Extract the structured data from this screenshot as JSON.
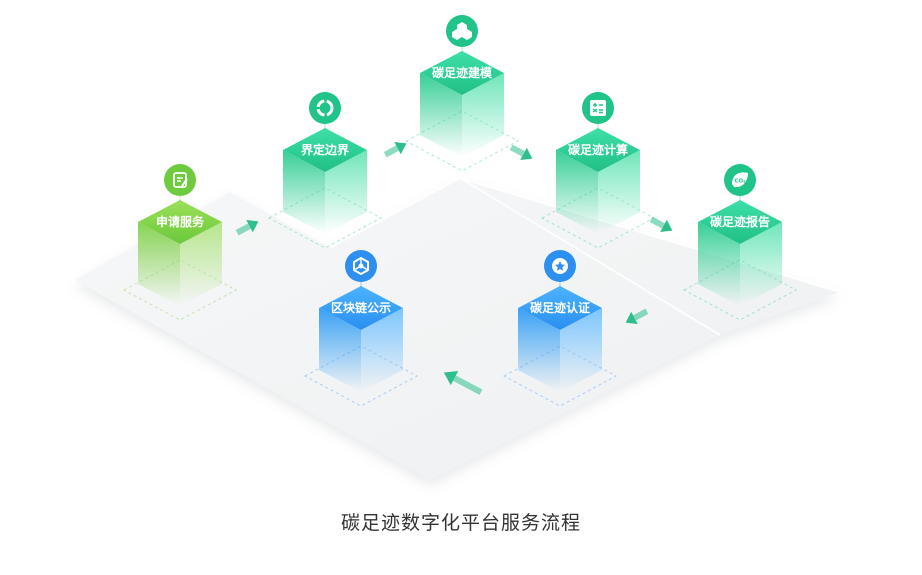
{
  "caption": "碳足迹数字化平台服务流程",
  "colors": {
    "green_top": "#2fd39a",
    "green_mid": "#1fc389",
    "lime_top": "#86d64a",
    "blue_top": "#2f9bf0",
    "arrow_green": "#2ebf8d"
  },
  "nodes": [
    {
      "id": "apply",
      "label": "申请服务",
      "icon": "document-edit-icon",
      "color": "lime"
    },
    {
      "id": "define",
      "label": "界定边界",
      "icon": "ring-cycle-icon",
      "color": "green"
    },
    {
      "id": "model",
      "label": "碳足迹建模",
      "icon": "hexagon-cluster-icon",
      "color": "green"
    },
    {
      "id": "calc",
      "label": "碳足迹计算",
      "icon": "calculator-icon",
      "color": "green"
    },
    {
      "id": "report",
      "label": "碳足迹报告",
      "icon": "co2-leaf-icon",
      "color": "green"
    },
    {
      "id": "certify",
      "label": "碳足迹认证",
      "icon": "star-badge-icon",
      "color": "blue"
    },
    {
      "id": "chain",
      "label": "区块链公示",
      "icon": "blockchain-node-icon",
      "color": "blue"
    }
  ]
}
